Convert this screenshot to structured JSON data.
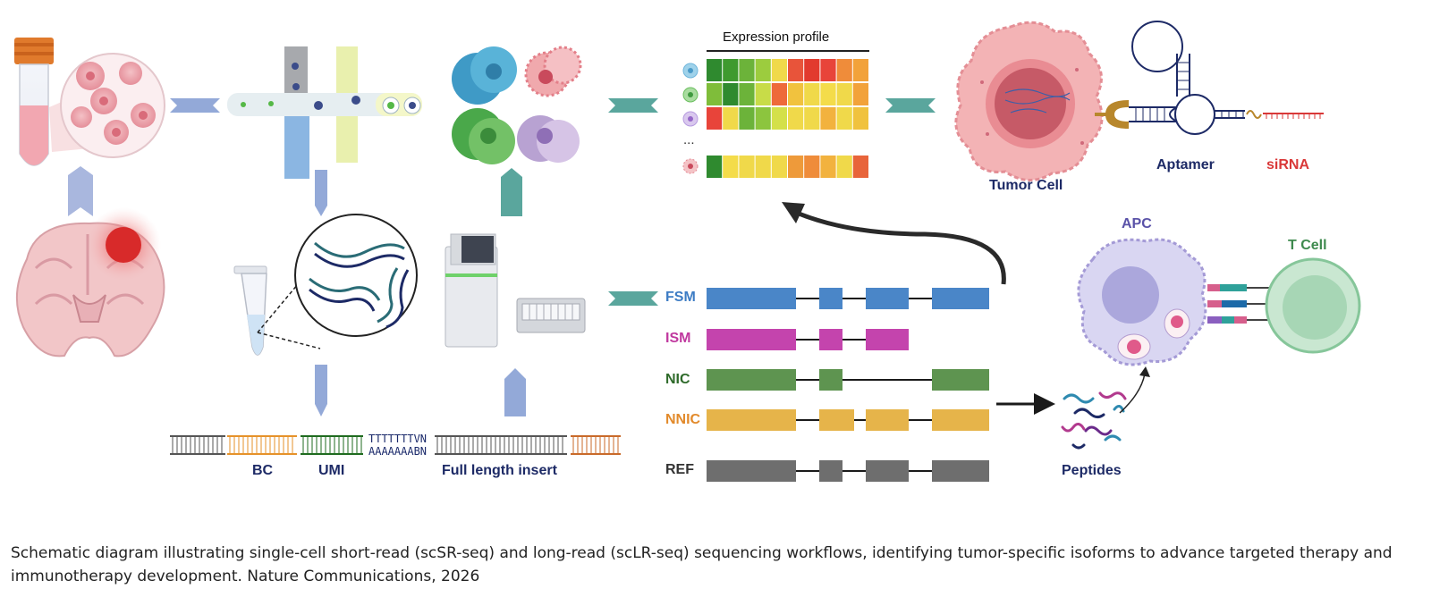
{
  "labels": {
    "expression_profile": "Expression profile",
    "tumor_cell": "Tumor Cell",
    "aptamer": "Aptamer",
    "sirna": "siRNA",
    "apc": "APC",
    "t_cell": "T Cell",
    "peptides": "Peptides",
    "bc": "BC",
    "umi": "UMI",
    "full_length_insert": "Full length insert",
    "poly_t": "TTTTTTTVN",
    "poly_a": "AAAAAAABN",
    "ellipsis": "..."
  },
  "isoforms": [
    {
      "label": "FSM",
      "color": "#4a86c8"
    },
    {
      "label": "ISM",
      "color": "#c444ad"
    },
    {
      "label": "NIC",
      "color": "#5e9450"
    },
    {
      "label": "NNIC",
      "color": "#e6b44a"
    },
    {
      "label": "REF",
      "color": "#6e6e6e"
    }
  ],
  "isoform_label_colors": [
    "#3d7cc4",
    "#c0399f",
    "#2e6a2a",
    "#e28a2b",
    "#333333"
  ],
  "heatmap_colors": [
    [
      "#2f8a2f",
      "#3f9a2f",
      "#6cb33a",
      "#9ccc3e",
      "#f0d94a",
      "#e8543a",
      "#e23a2e",
      "#e8443a",
      "#ef8c3a",
      "#f2a23a"
    ],
    [
      "#7fbd3a",
      "#2f8a2f",
      "#6cb33a",
      "#c8dc48",
      "#ee6a3a",
      "#f1c23e",
      "#f0d94a",
      "#f4dc4a",
      "#f0d94a",
      "#f2a23a"
    ],
    [
      "#e8443a",
      "#f0d94a",
      "#6cb33a",
      "#8cc53e",
      "#d4e04a",
      "#f0d94a",
      "#f0d94a",
      "#f2b23e",
      "#f0d94a",
      "#f0c23e"
    ],
    [
      "#2f8a2f",
      "#f4dc4a",
      "#f0d94a",
      "#f0d94a",
      "#f0d94a",
      "#ee9a3a",
      "#ef8c3a",
      "#f2b23e",
      "#f0d94a",
      "#e8643a"
    ]
  ],
  "caption": "Schematic diagram illustrating single-cell short-read (scSR-seq) and long-read (scLR-seq) sequencing workflows, identifying tumor-specific isoforms to advance targeted therapy and immunotherapy development. Nature Communications, 2026"
}
